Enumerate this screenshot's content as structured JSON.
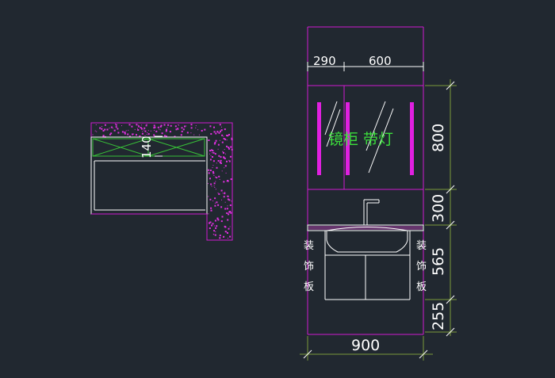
{
  "dimensions": {
    "left_width": "290",
    "right_width": "600",
    "mirror_height": "800",
    "gap_height": "300",
    "cabinet_height": "565",
    "base_height": "255",
    "total_width": "900"
  },
  "plan_dimension": "140",
  "mirror_label": "镜柜 带灯",
  "side_panel_label": [
    "装",
    "饰",
    "板"
  ],
  "colors": {
    "background": "#212830",
    "magenta": "#d01ad0",
    "green": "#3cdc3c",
    "white": "#ffffff",
    "olive": "#7a9a3a",
    "hatch": "#e030e0"
  }
}
